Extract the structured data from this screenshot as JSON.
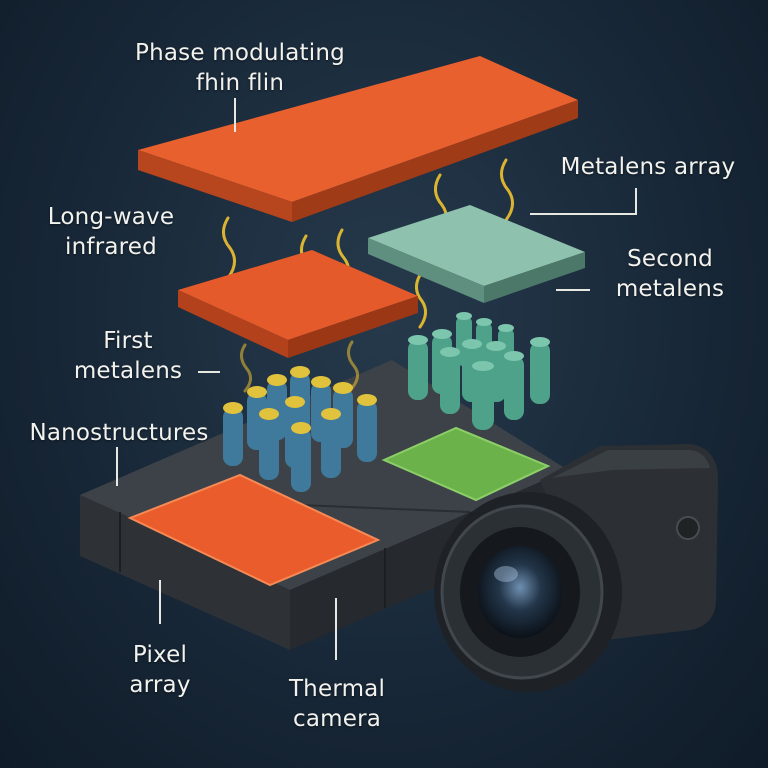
{
  "colors": {
    "background": "#1a2b3b",
    "phase_film": "#e8602e",
    "first_metalens": "#e45a2a",
    "second_metalens": "#8fc2ae",
    "sensor_base": "#3b4046",
    "pixel_orange": "#ea5c2c",
    "pixel_green": "#6cb24a",
    "pillar_blue": "#3f7a9c",
    "pillar_cap": "#e0c23c",
    "pillar_teal": "#4ea28a",
    "heat_waves": "#f0c230",
    "camera_body": "#2c3034"
  },
  "labels": {
    "phase_film": [
      "Phase modulating",
      "fhin flin"
    ],
    "metalens_array": [
      "Metalens array"
    ],
    "long_wave": [
      "Long-wave",
      "infrared"
    ],
    "second_metalens": [
      "Second",
      "metalens"
    ],
    "first_metalens": [
      "First",
      "metalens"
    ],
    "nanostructures": [
      "Nanostructures"
    ],
    "pixel_array": [
      "Pixel",
      "array"
    ],
    "thermal_camera": [
      "Thermal",
      "camera"
    ]
  },
  "icons": {
    "camera": "camera-icon",
    "heat": "heat-wave-icon"
  }
}
